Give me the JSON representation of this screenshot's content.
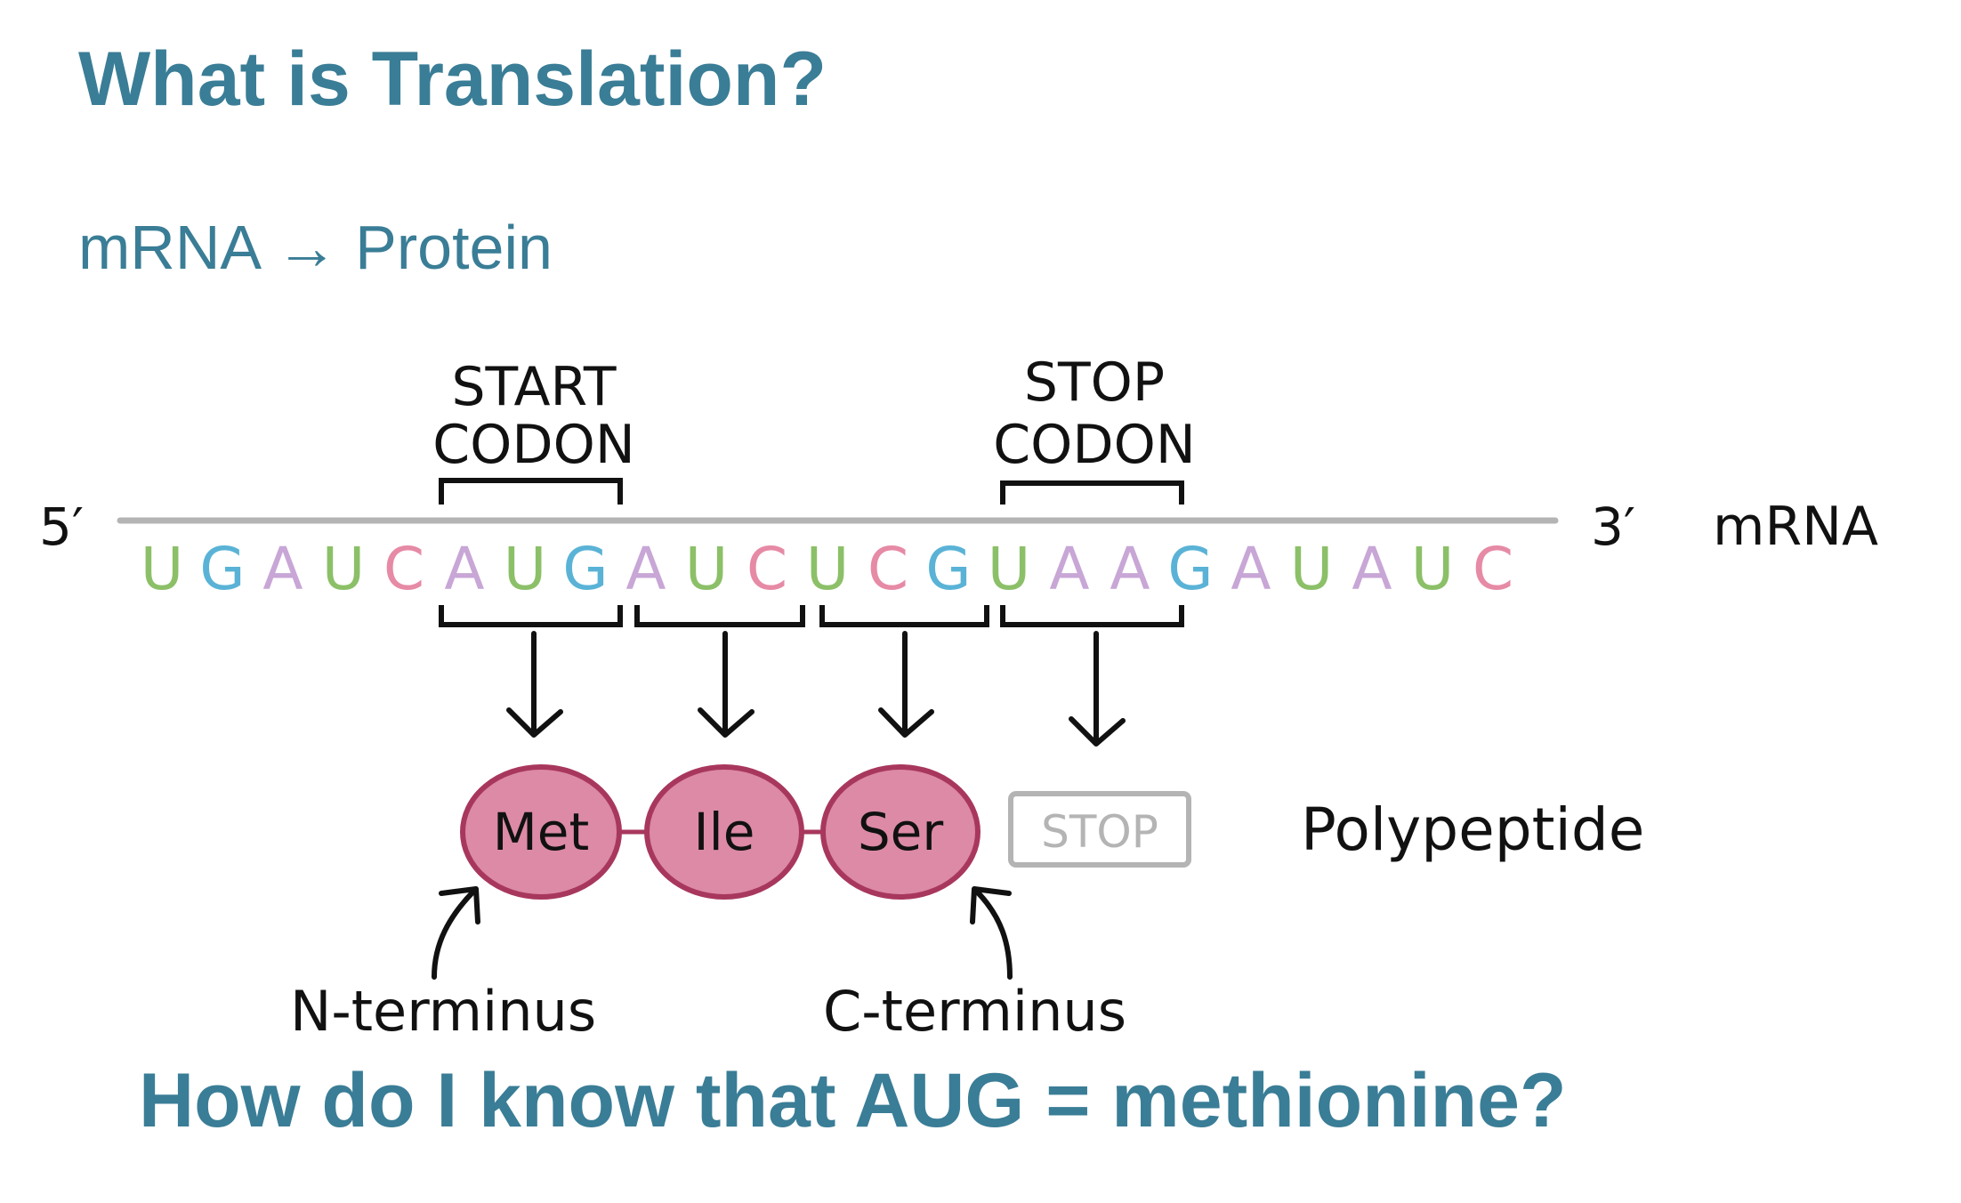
{
  "title": "What is Translation?",
  "subtitle": "mRNA → Protein",
  "question": "How do I know that AUG = methionine?",
  "diagram": {
    "five_prime": "5′",
    "three_prime": "3′",
    "mrna_label": "mRNA",
    "start_codon_line1": "START",
    "start_codon_line2": "CODON",
    "stop_codon_line1": "STOP",
    "stop_codon_line2": "CODON",
    "sequence": [
      "U",
      "G",
      "A",
      "U",
      "C",
      "A",
      "U",
      "G",
      "A",
      "U",
      "C",
      "U",
      "C",
      "G",
      "U",
      "A",
      "A",
      "G",
      "A",
      "U",
      "A",
      "U",
      "C"
    ],
    "amino_acids": [
      "Met",
      "Ile",
      "Ser"
    ],
    "stop_box": "STOP",
    "polypeptide_label": "Polypeptide",
    "n_terminus": "N-terminus",
    "c_terminus": "C-terminus"
  },
  "colors": {
    "heading": "#3a7d96",
    "U": "#8cc068",
    "G": "#5ab3d6",
    "A": "#c8a6d6",
    "C": "#e68aa6",
    "amino_fill": "#dc8aa6",
    "amino_stroke": "#a8375e",
    "strand": "#b4b4b4",
    "stop_box": "#b4b4b4"
  }
}
